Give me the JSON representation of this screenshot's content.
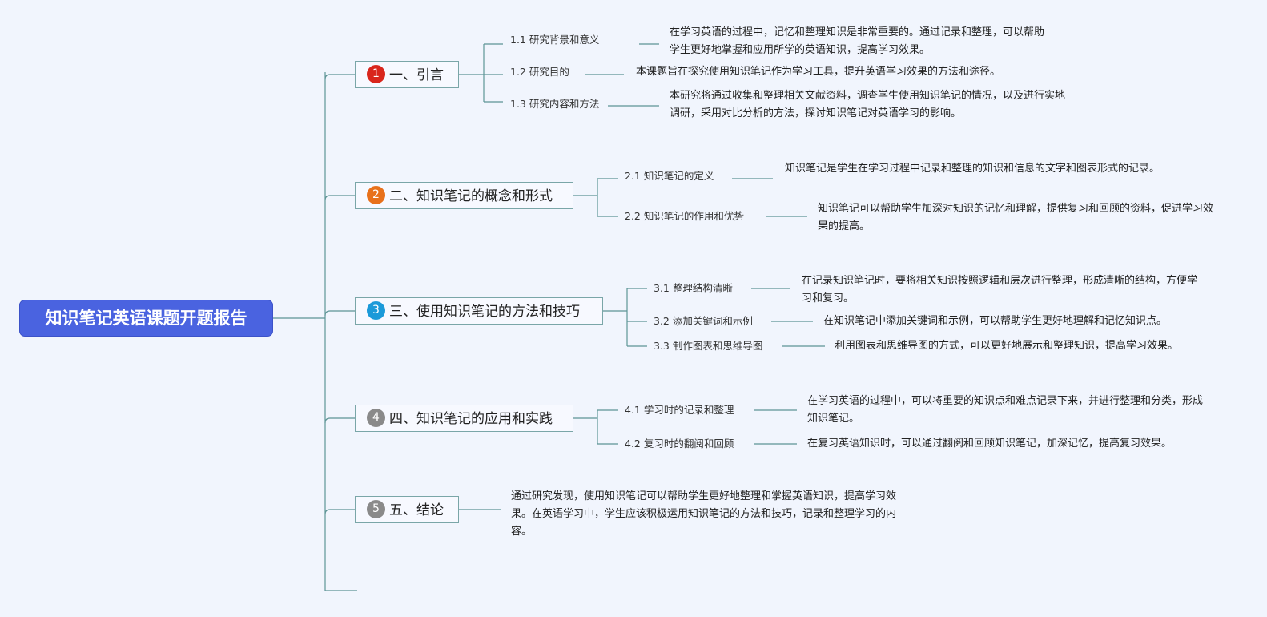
{
  "root": {
    "title": "知识笔记英语课题开题报告"
  },
  "sections": [
    {
      "number": "1",
      "color": "#d9261c",
      "title": "一、引言",
      "items": [
        {
          "label": "1.1 研究背景和意义",
          "desc": "在学习英语的过程中，记忆和整理知识是非常重要的。通过记录和整理，可以帮助学生更好地掌握和应用所学的英语知识，提高学习效果。"
        },
        {
          "label": "1.2 研究目的",
          "desc": "本课题旨在探究使用知识笔记作为学习工具，提升英语学习效果的方法和途径。"
        },
        {
          "label": "1.3 研究内容和方法",
          "desc": "本研究将通过收集和整理相关文献资料，调查学生使用知识笔记的情况，以及进行实地调研，采用对比分析的方法，探讨知识笔记对英语学习的影响。"
        }
      ]
    },
    {
      "number": "2",
      "color": "#e8711b",
      "title": "二、知识笔记的概念和形式",
      "items": [
        {
          "label": "2.1 知识笔记的定义",
          "desc": "知识笔记是学生在学习过程中记录和整理的知识和信息的文字和图表形式的记录。"
        },
        {
          "label": "2.2 知识笔记的作用和优势",
          "desc": "知识笔记可以帮助学生加深对知识的记忆和理解，提供复习和回顾的资料，促进学习效果的提高。"
        }
      ]
    },
    {
      "number": "3",
      "color": "#1b9ad9",
      "title": "三、使用知识笔记的方法和技巧",
      "items": [
        {
          "label": "3.1 整理结构清晰",
          "desc": "在记录知识笔记时，要将相关知识按照逻辑和层次进行整理，形成清晰的结构，方便学习和复习。"
        },
        {
          "label": "3.2 添加关键词和示例",
          "desc": "在知识笔记中添加关键词和示例，可以帮助学生更好地理解和记忆知识点。"
        },
        {
          "label": "3.3 制作图表和思维导图",
          "desc": "利用图表和思维导图的方式，可以更好地展示和整理知识，提高学习效果。"
        }
      ]
    },
    {
      "number": "4",
      "color": "#8a8a8a",
      "title": "四、知识笔记的应用和实践",
      "items": [
        {
          "label": "4.1 学习时的记录和整理",
          "desc": "在学习英语的过程中，可以将重要的知识点和难点记录下来，并进行整理和分类，形成知识笔记。"
        },
        {
          "label": "4.2 复习时的翻阅和回顾",
          "desc": "在复习英语知识时，可以通过翻阅和回顾知识笔记，加深记忆，提高复习效果。"
        }
      ]
    },
    {
      "number": "5",
      "color": "#8a8a8a",
      "title": "五、结论",
      "desc": "通过研究发现，使用知识笔记可以帮助学生更好地整理和掌握英语知识，提高学习效果。在英语学习中，学生应该积极运用知识笔记的方法和技巧，记录和整理学习的内容。"
    }
  ]
}
